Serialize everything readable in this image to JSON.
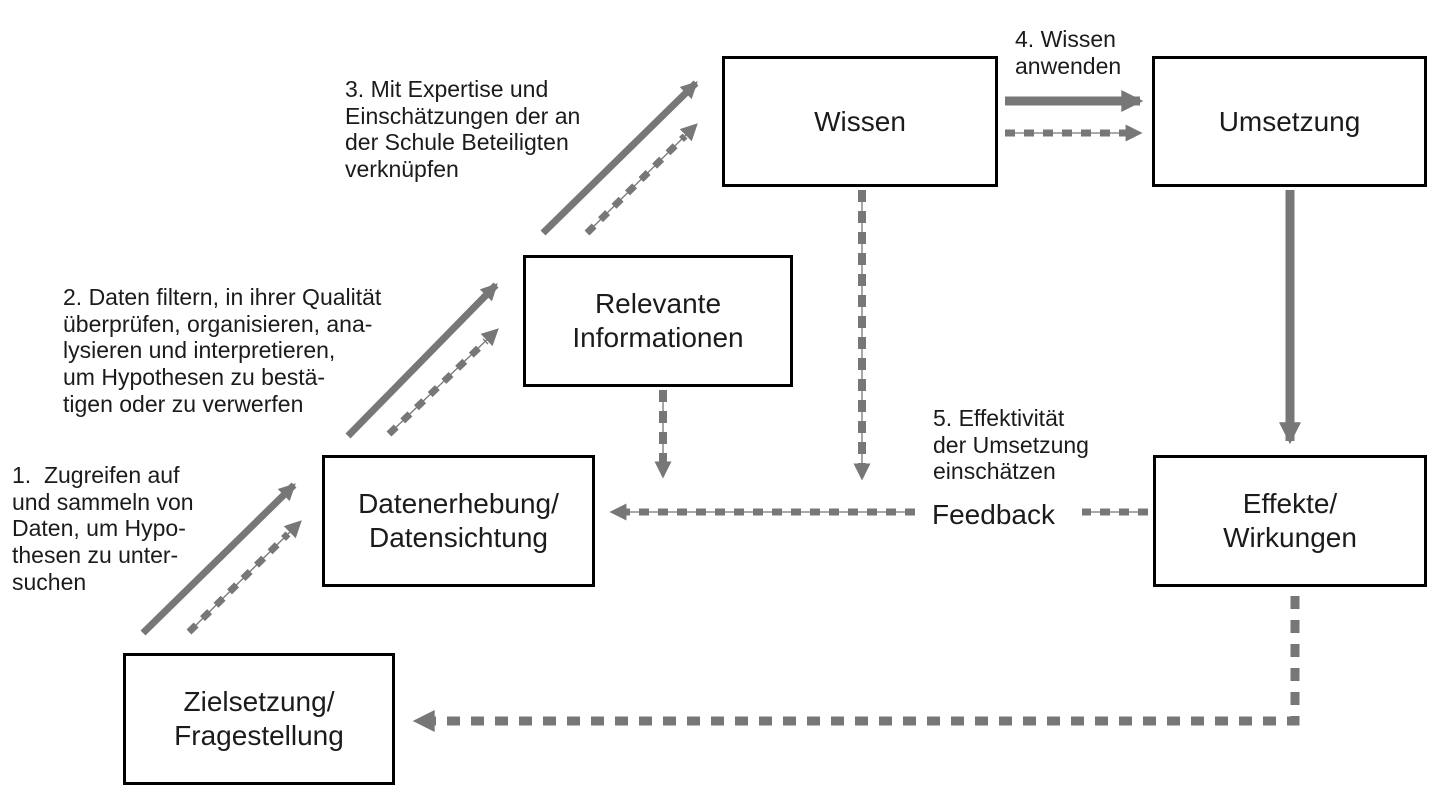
{
  "diagram": {
    "boxes": {
      "wissen": {
        "label": "Wissen"
      },
      "umsetzung": {
        "label": "Umsetzung"
      },
      "relevante_informationen": {
        "label": "Relevante\nInformationen"
      },
      "datenerhebung": {
        "label": "Datenerhebung/\nDatensichtung"
      },
      "effekte_wirkungen": {
        "label": "Effekte/\nWirkungen"
      },
      "zielsetzung": {
        "label": "Zielsetzung/\nFragestellung"
      }
    },
    "steps": {
      "step1": "1.  Zugreifen auf\nund sammeln von\nDaten, um Hypo-\nthesen zu unter-\nsuchen",
      "step2": "2. Daten filtern, in ihrer Qualität\nüberprüfen, organisieren, ana-\nlysieren und interpretieren,\num Hypothesen zu bestä-\ntigen oder zu verwerfen",
      "step3": "3. Mit Expertise und\nEinschätzungen der an\nder Schule Beteiligten\nverknüpfen",
      "step4": "4. Wissen\nanwenden",
      "step5": "5. Effektivität\nder Umsetzung\neinschätzen",
      "feedback": "Feedback"
    },
    "colors": {
      "arrow": "#777777",
      "box_border": "#000000",
      "box_fill": "#ffffff",
      "text": "#1b1b1b",
      "bg": "#ffffff"
    }
  }
}
